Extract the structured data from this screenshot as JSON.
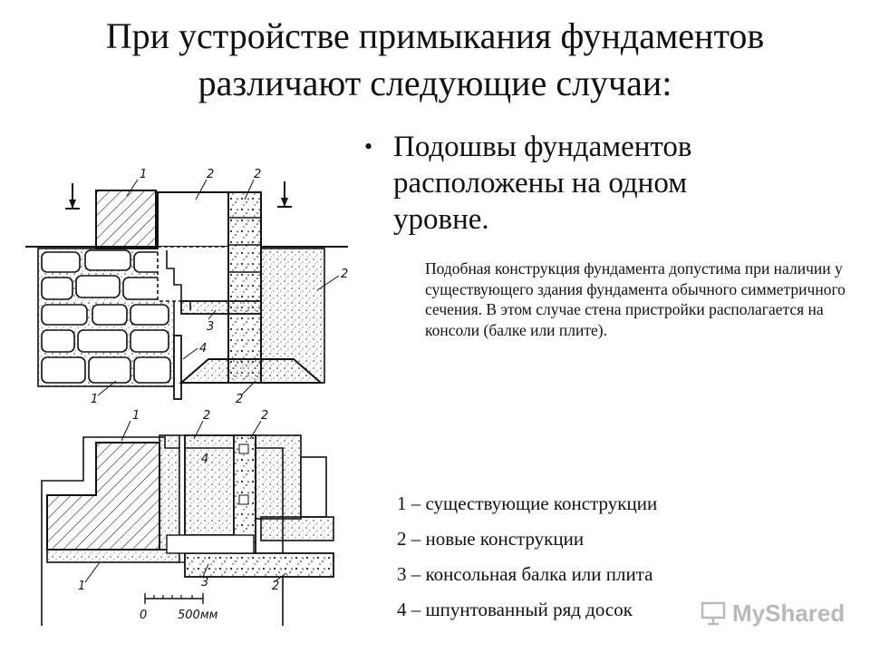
{
  "slide": {
    "title": "При устройстве примыкания фундаментов различают следующие случаи:",
    "bullet": "Подошвы фундаментов расположены на одном уровне.",
    "description": "Подобная конструкция фундамента допустима при наличии у существующего здания фундамента обычного симметричного сечения. В этом случае стена пристройки располагается на консоли (балке или плите).",
    "legend": [
      "1 – существующие конструкции",
      "2 – новые конструкции",
      "3 – консольная балка или плита",
      "4 – шпунтованный ряд досок"
    ]
  },
  "diagram": {
    "labels": {
      "one": "1",
      "two": "2",
      "three": "3",
      "four": "4"
    },
    "scale_zero": "0",
    "scale_label": "500мм"
  },
  "watermark": {
    "text": "MyShared",
    "icon": "presentation-screen-icon"
  },
  "colors": {
    "text": "#111111",
    "background": "#ffffff"
  }
}
